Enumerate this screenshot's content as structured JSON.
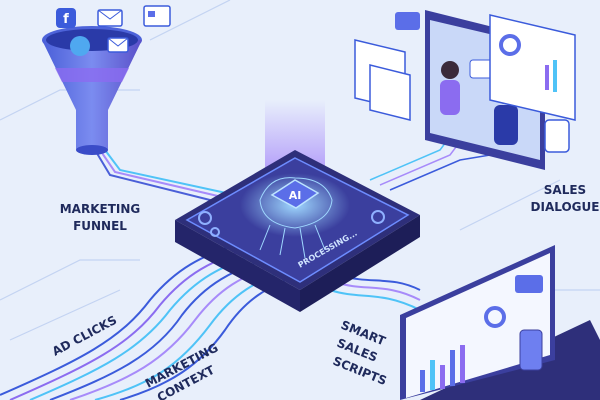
{
  "labels": {
    "marketing_funnel": [
      "MARKETING",
      "FUNNEL"
    ],
    "sales_dialogue": [
      "SALES",
      "DIALOGUE"
    ],
    "ad_clicks": "AD CLICKS",
    "marketing_context": [
      "MARKETING",
      "CONTEXT"
    ],
    "smart_sales_scripts": [
      "SMART",
      "SALES",
      "SCRIPTS"
    ],
    "processing": "PROCESSING...",
    "chip": "AI"
  },
  "colors": {
    "background": "#e8effb",
    "chip": "#3b3f9e",
    "accent_purple": "#8b6cf0",
    "accent_cyan": "#4fc3f7",
    "text": "#1f2a5c"
  },
  "icons": [
    "facebook-icon",
    "mail-icon",
    "newsletter-icon",
    "twitter-icon",
    "email-icon",
    "chat-bubble-icon",
    "phone-icon",
    "gear-icon",
    "brain-circuit-icon",
    "pie-chart-icon",
    "bar-chart-icon"
  ]
}
